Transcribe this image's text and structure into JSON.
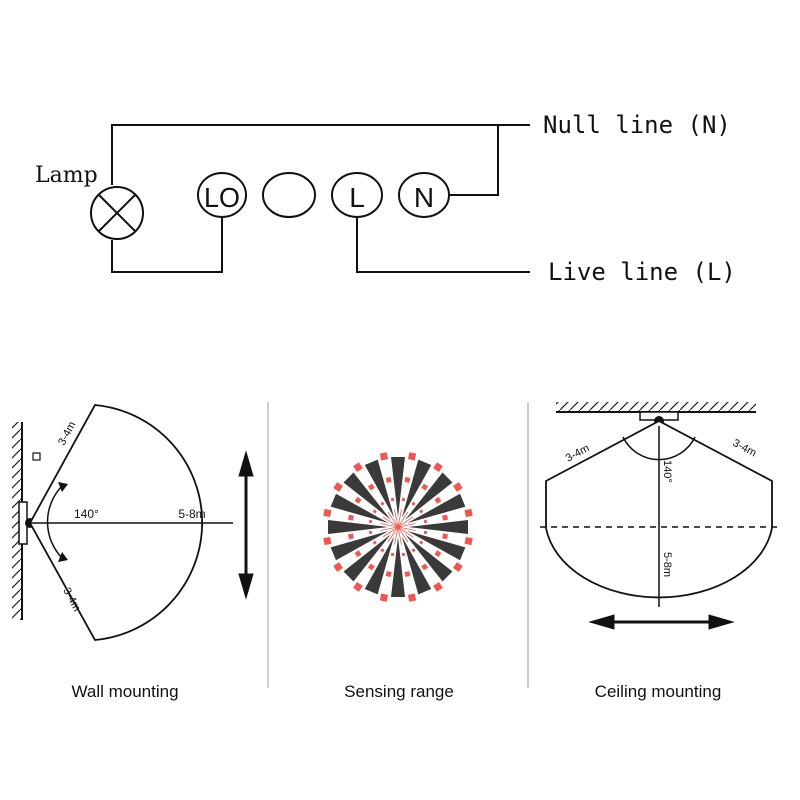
{
  "wiring": {
    "lamp_label": "Lamp",
    "null_line_label": "Null line (N)",
    "live_line_label": "Live line (L)",
    "terminals": [
      {
        "id": "lo",
        "label": "LO"
      },
      {
        "id": "blank",
        "label": ""
      },
      {
        "id": "l",
        "label": "L"
      },
      {
        "id": "n",
        "label": "N"
      }
    ]
  },
  "wall_mounting": {
    "caption": "Wall mounting",
    "upper_edge": "3-4m",
    "lower_edge": "3-4m",
    "angle": "140°",
    "range": "5-8m"
  },
  "sensing_range": {
    "caption": "Sensing range",
    "colors": {
      "beam": "#3a3a3a",
      "marker": "#f0584f"
    }
  },
  "ceiling_mounting": {
    "caption": "Ceiling mounting",
    "left_edge": "3-4m",
    "right_edge": "3-4m",
    "angle": "140°",
    "range": "5-8m"
  }
}
